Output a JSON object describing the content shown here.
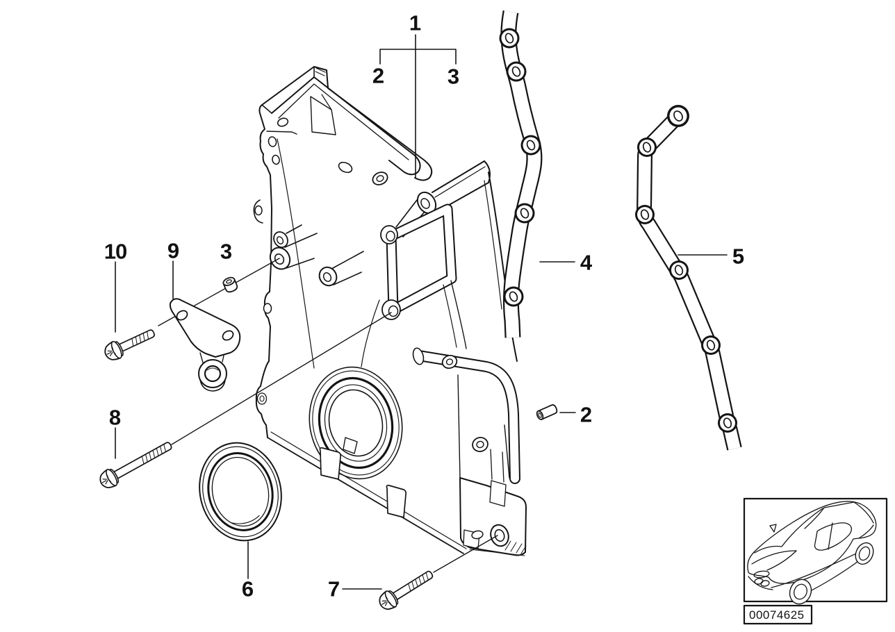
{
  "diagram": {
    "callouts": [
      {
        "id": "callout-1",
        "label": "1"
      },
      {
        "id": "callout-2-top",
        "label": "2"
      },
      {
        "id": "callout-3-top",
        "label": "3"
      },
      {
        "id": "callout-10",
        "label": "10"
      },
      {
        "id": "callout-9",
        "label": "9"
      },
      {
        "id": "callout-3-left",
        "label": "3"
      },
      {
        "id": "callout-8",
        "label": "8"
      },
      {
        "id": "callout-6",
        "label": "6"
      },
      {
        "id": "callout-7",
        "label": "7"
      },
      {
        "id": "callout-2-right",
        "label": "2"
      },
      {
        "id": "callout-4",
        "label": "4"
      },
      {
        "id": "callout-5",
        "label": "5"
      }
    ],
    "reference": {
      "image_code": "00074625"
    },
    "colors": {
      "line": "#141414",
      "background": "#ffffff"
    }
  }
}
